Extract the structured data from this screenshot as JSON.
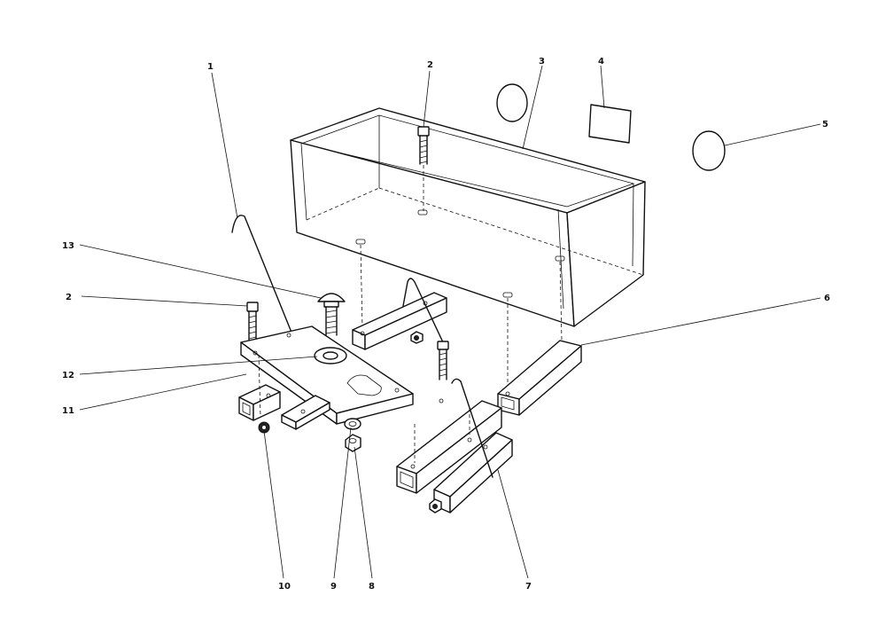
{
  "diagram": {
    "callouts": [
      {
        "id": "1",
        "label": "1"
      },
      {
        "id": "2a",
        "label": "2"
      },
      {
        "id": "2b",
        "label": "2"
      },
      {
        "id": "3",
        "label": "3"
      },
      {
        "id": "4",
        "label": "4"
      },
      {
        "id": "5",
        "label": "5"
      },
      {
        "id": "6",
        "label": "6"
      },
      {
        "id": "7",
        "label": "7"
      },
      {
        "id": "8",
        "label": "8"
      },
      {
        "id": "9",
        "label": "9"
      },
      {
        "id": "10",
        "label": "10"
      },
      {
        "id": "11",
        "label": "11"
      },
      {
        "id": "12",
        "label": "12"
      },
      {
        "id": "13",
        "label": "13"
      }
    ],
    "ink_color": "#111111",
    "paper_color": "#ffffff"
  }
}
